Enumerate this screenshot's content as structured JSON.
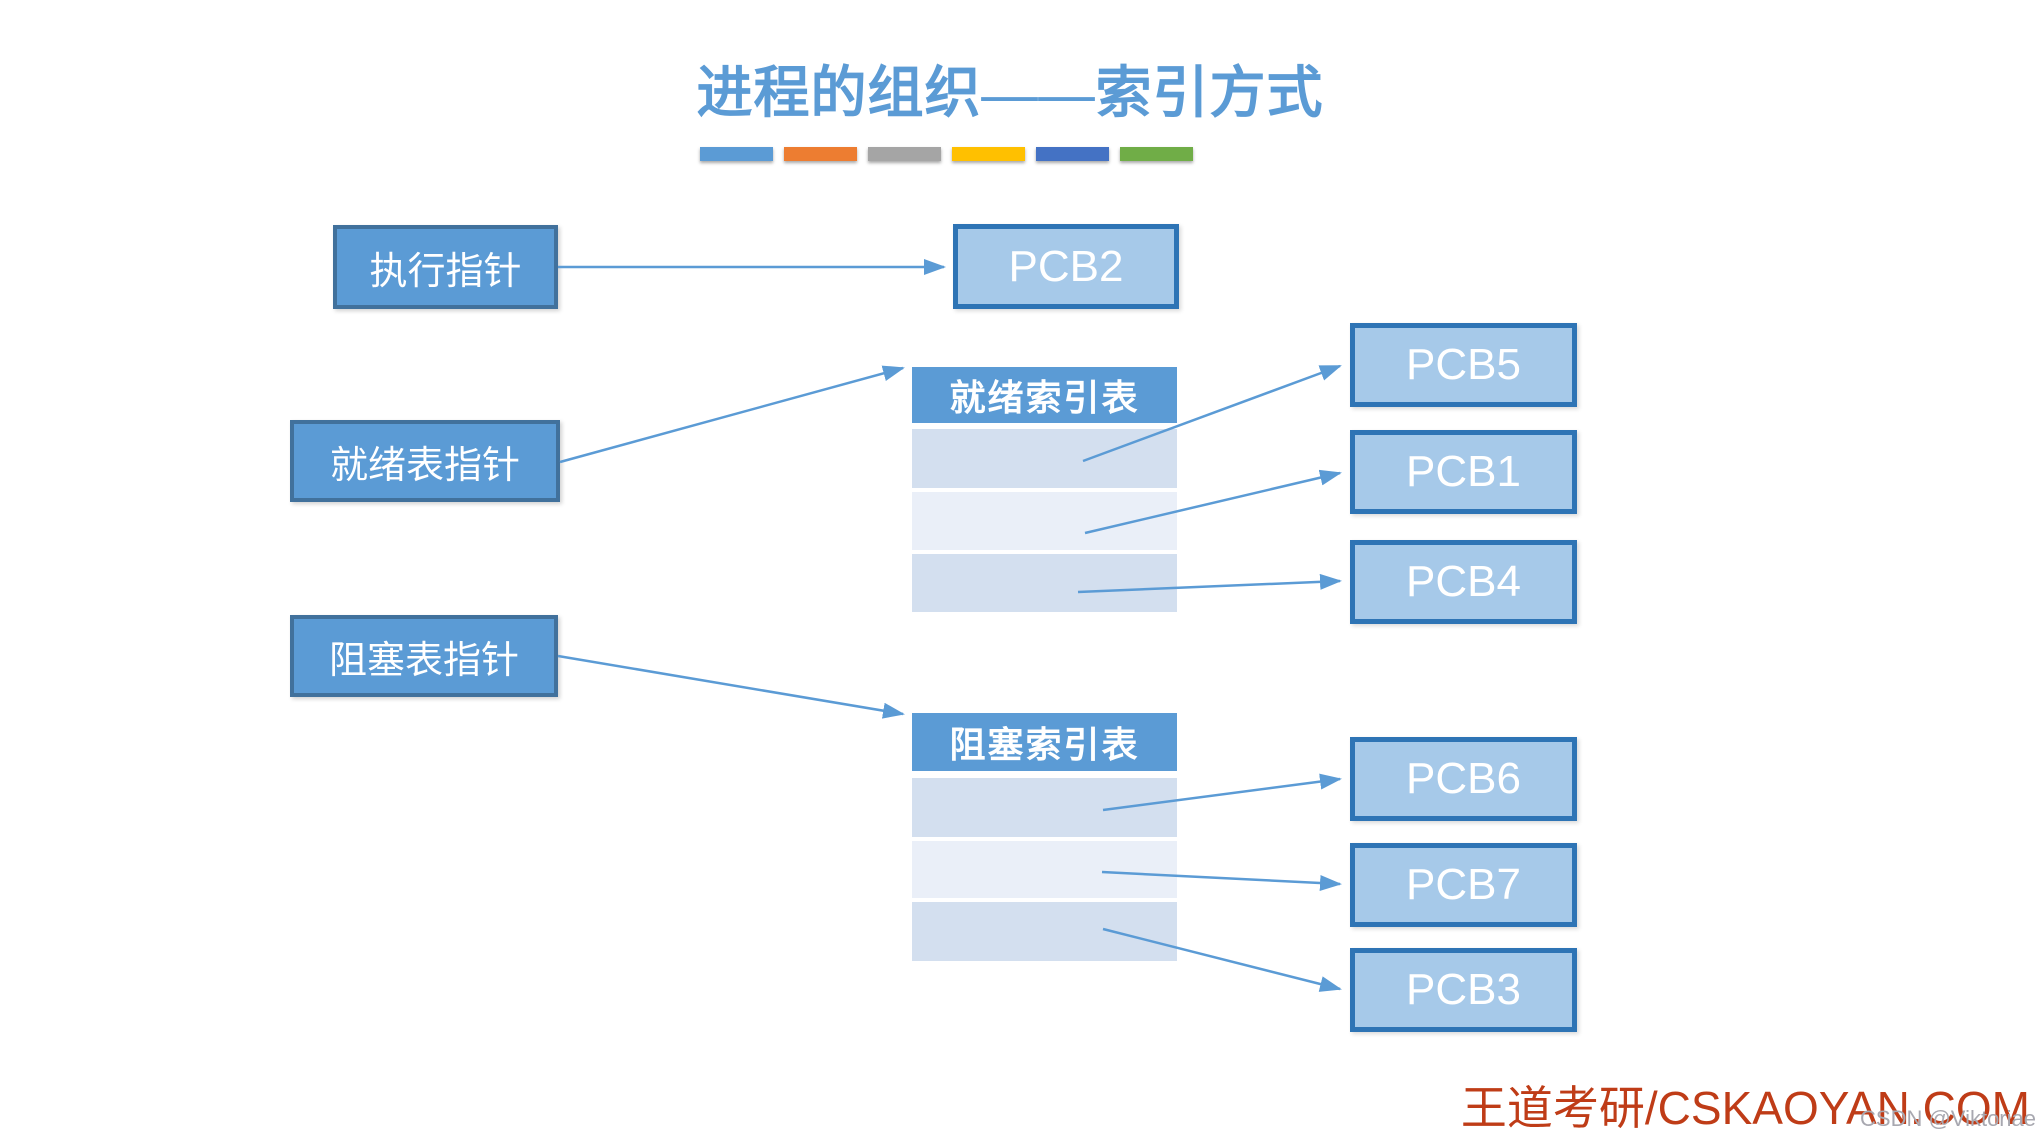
{
  "title": "进程的组织——索引方式",
  "accent_bars": {
    "colors": [
      "#5B9BD5",
      "#ED7D31",
      "#A5A5A5",
      "#FFC000",
      "#4472C4",
      "#70AD47"
    ]
  },
  "pointers": {
    "exec_label": "执行指针",
    "ready_label": "就绪表指针",
    "blocked_label": "阻塞表指针"
  },
  "tables": {
    "ready": {
      "header": "就绪索引表",
      "rows": [
        "",
        "",
        ""
      ]
    },
    "blocked": {
      "header": "阻塞索引表",
      "rows": [
        "",
        "",
        ""
      ]
    }
  },
  "pcbs": {
    "running": "PCB2",
    "ready": [
      "PCB5",
      "PCB1",
      "PCB4"
    ],
    "blocked": [
      "PCB6",
      "PCB7",
      "PCB3"
    ]
  },
  "watermark": {
    "brand": "王道考研/CSKAOYAN.COM",
    "signature": "CSDN @Viktoriae"
  },
  "colors": {
    "title_blue": "#5B9BD5",
    "pointer_fill": "#5B9BD5",
    "pointer_border": "#41719C",
    "pcb_fill": "#A6C9E9",
    "pcb_border": "#2E74B5",
    "table_header_fill": "#5B9BD5",
    "row_dark": "#D3DFEF",
    "row_light": "#EAEFF8",
    "arrow": "#5B9BD5",
    "watermark_red": "#BF3C17",
    "signature_gray": "#A8A8B0"
  }
}
